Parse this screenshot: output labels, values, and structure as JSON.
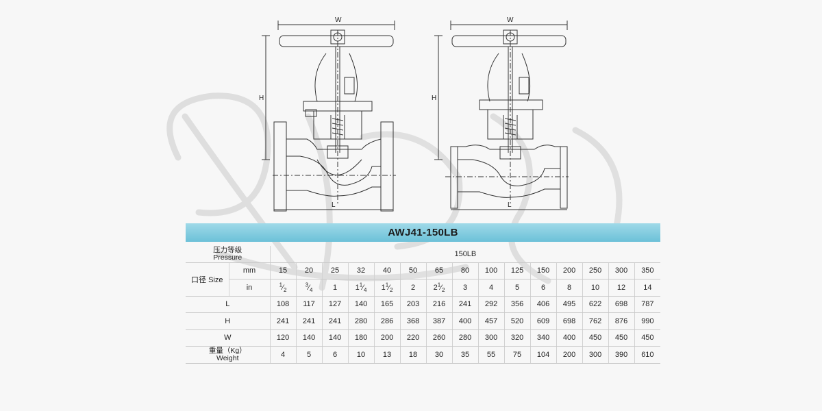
{
  "model": "AWJ41-150LB",
  "drawing_labels": {
    "width": "W",
    "height": "H",
    "length": "L"
  },
  "table": {
    "pressure_label_cn": "压力等级",
    "pressure_label_en": "Pressure",
    "pressure_value": "150LB",
    "size_label": "口径 Size",
    "mm_label": "mm",
    "in_label": "in",
    "mm": [
      "15",
      "20",
      "25",
      "32",
      "40",
      "50",
      "65",
      "80",
      "100",
      "125",
      "150",
      "200",
      "250",
      "300",
      "350"
    ],
    "inch": [
      {
        "w": "",
        "n": "1",
        "d": "2"
      },
      {
        "w": "",
        "n": "3",
        "d": "4"
      },
      {
        "w": "1",
        "n": "",
        "d": ""
      },
      {
        "w": "1",
        "n": "1",
        "d": "4"
      },
      {
        "w": "1",
        "n": "1",
        "d": "2"
      },
      {
        "w": "2",
        "n": "",
        "d": ""
      },
      {
        "w": "2",
        "n": "1",
        "d": "2"
      },
      {
        "w": "3",
        "n": "",
        "d": ""
      },
      {
        "w": "4",
        "n": "",
        "d": ""
      },
      {
        "w": "5",
        "n": "",
        "d": ""
      },
      {
        "w": "6",
        "n": "",
        "d": ""
      },
      {
        "w": "8",
        "n": "",
        "d": ""
      },
      {
        "w": "10",
        "n": "",
        "d": ""
      },
      {
        "w": "12",
        "n": "",
        "d": ""
      },
      {
        "w": "14",
        "n": "",
        "d": ""
      }
    ],
    "rows": [
      {
        "label": "L",
        "values": [
          "108",
          "117",
          "127",
          "140",
          "165",
          "203",
          "216",
          "241",
          "292",
          "356",
          "406",
          "495",
          "622",
          "698",
          "787"
        ]
      },
      {
        "label": "H",
        "values": [
          "241",
          "241",
          "241",
          "280",
          "286",
          "368",
          "387",
          "400",
          "457",
          "520",
          "609",
          "698",
          "762",
          "876",
          "990"
        ]
      },
      {
        "label": "W",
        "values": [
          "120",
          "140",
          "140",
          "180",
          "200",
          "220",
          "260",
          "280",
          "300",
          "320",
          "340",
          "400",
          "450",
          "450",
          "450"
        ]
      }
    ],
    "weight_label_cn": "重量（Kg）",
    "weight_label_en": "Weight",
    "weight": [
      "4",
      "5",
      "6",
      "10",
      "13",
      "18",
      "30",
      "35",
      "55",
      "75",
      "104",
      "200",
      "300",
      "390",
      "610"
    ]
  }
}
